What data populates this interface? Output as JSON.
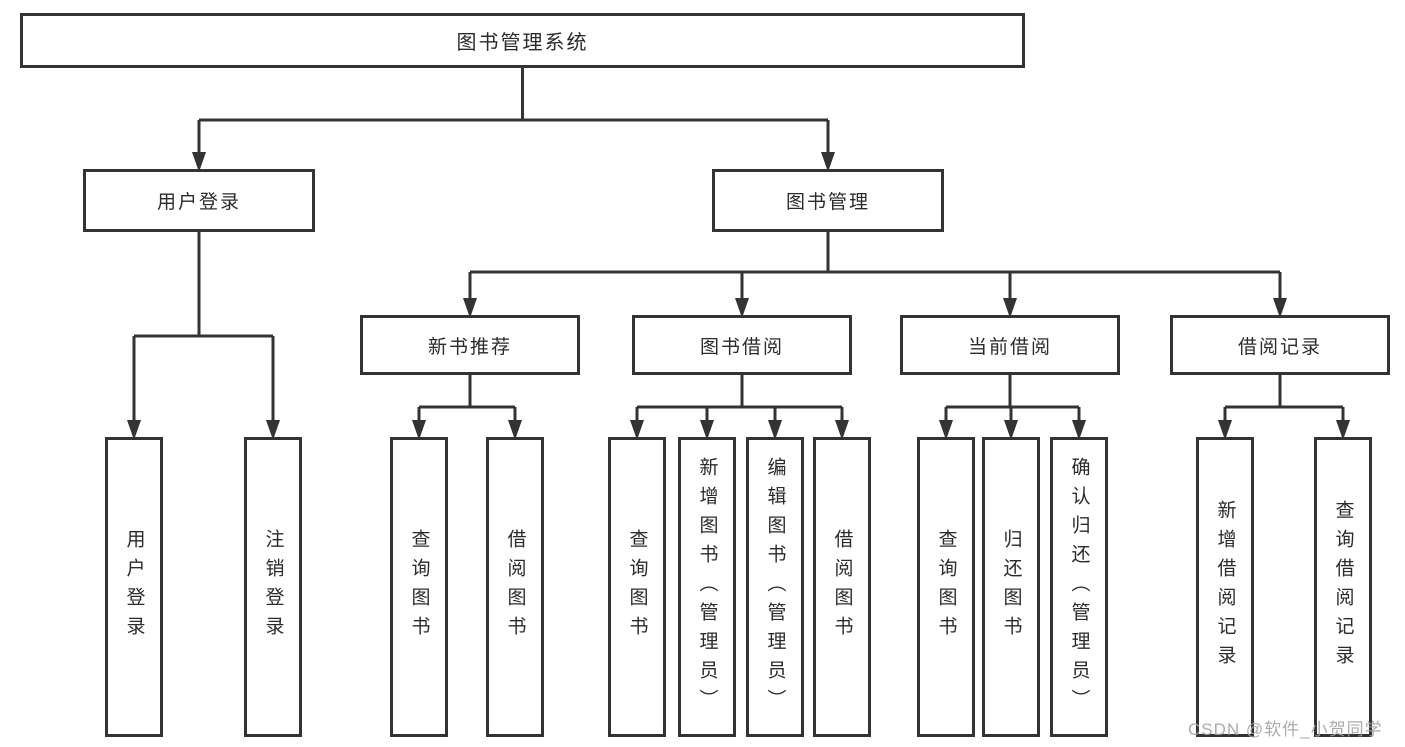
{
  "tree": {
    "label": "图书管理系统",
    "children": [
      {
        "label": "用户登录",
        "children": [
          {
            "label": "用户登录"
          },
          {
            "label": "注销登录"
          }
        ]
      },
      {
        "label": "图书管理",
        "children": [
          {
            "label": "新书推荐",
            "children": [
              {
                "label": "查询图书"
              },
              {
                "label": "借阅图书"
              }
            ]
          },
          {
            "label": "图书借阅",
            "children": [
              {
                "label": "查询图书"
              },
              {
                "label": "新增图书（管理员）"
              },
              {
                "label": "编辑图书（管理员）"
              },
              {
                "label": "借阅图书"
              }
            ]
          },
          {
            "label": "当前借阅",
            "children": [
              {
                "label": "查询图书"
              },
              {
                "label": "归还图书"
              },
              {
                "label": "确认归还（管理员）"
              }
            ]
          },
          {
            "label": "借阅记录",
            "children": [
              {
                "label": "新增借阅记录"
              },
              {
                "label": "查询借阅记录"
              }
            ]
          }
        ]
      }
    ]
  },
  "watermark": {
    "text": "CSDN @软件_小贺同学"
  },
  "colors": {
    "line": "#333333",
    "box_border": "#333333",
    "box_background": "#ffffff",
    "page_background": "#ffffff",
    "watermark_text": "#a3a3a3"
  }
}
